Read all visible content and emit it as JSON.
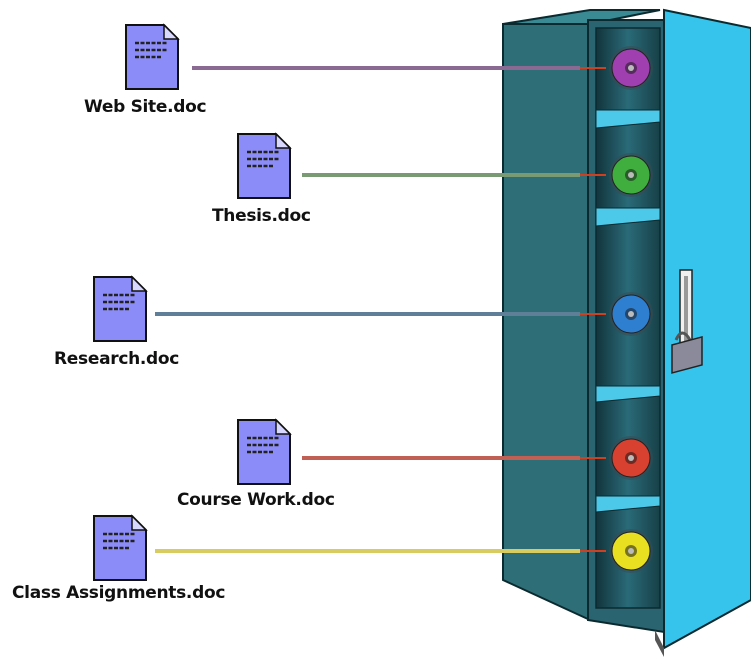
{
  "documents": [
    {
      "label": "Web Site.doc",
      "disc_color": "#a040b0",
      "wire_color": "#8a6a92"
    },
    {
      "label": "Thesis.doc",
      "disc_color": "#3fae3f",
      "wire_color": "#7a9a74"
    },
    {
      "label": "Research.doc",
      "disc_color": "#2f7fd0",
      "wire_color": "#5f7f98"
    },
    {
      "label": "Course Work.doc",
      "disc_color": "#d84030",
      "wire_color": "#c06054"
    },
    {
      "label": "Class Assignments.doc",
      "disc_color": "#e8e020",
      "wire_color": "#d8cc60"
    }
  ],
  "colors": {
    "cabinet_body": "#2e6e76",
    "cabinet_interior": "#1e4c56",
    "shelf": "#4cc8e8",
    "door": "#36c4ec",
    "doc_icon": "#8c8cf8"
  }
}
